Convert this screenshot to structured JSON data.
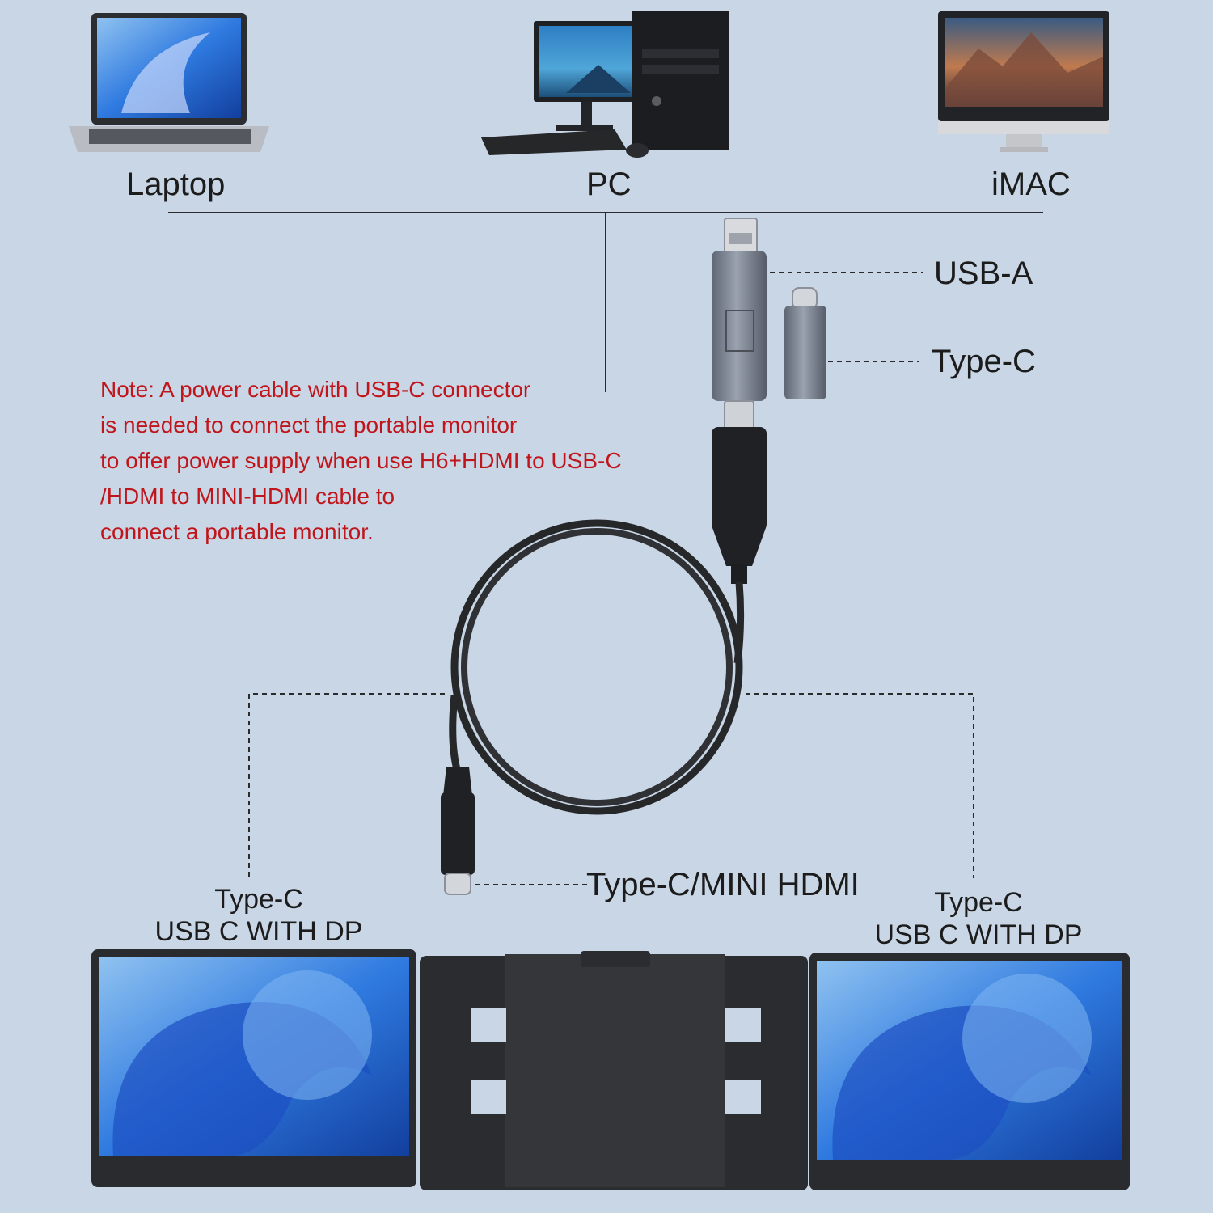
{
  "devices": {
    "laptop": "Laptop",
    "pc": "PC",
    "imac": "iMAC"
  },
  "connectors": {
    "usb_a": "USB-A",
    "type_c": "Type-C",
    "type_c_mini_hdmi": "Type-C/MINI HDMI"
  },
  "note": {
    "lines": [
      "Note: A power cable with USB-C connector",
      "is needed to connect the portable monitor",
      "to offer power supply when use H6+HDMI to USB-C",
      "/HDMI to MINI-HDMI cable to",
      "connect a portable monitor."
    ]
  },
  "monitors": {
    "left": {
      "line1": "Type-C",
      "line2": "USB C WITH DP"
    },
    "right": {
      "line1": "Type-C",
      "line2": "USB C WITH DP"
    }
  },
  "colors": {
    "background": "#c9d6e6",
    "note_text": "#c0151b",
    "cable": "#222222",
    "adapter_metal": "#7d8594"
  }
}
